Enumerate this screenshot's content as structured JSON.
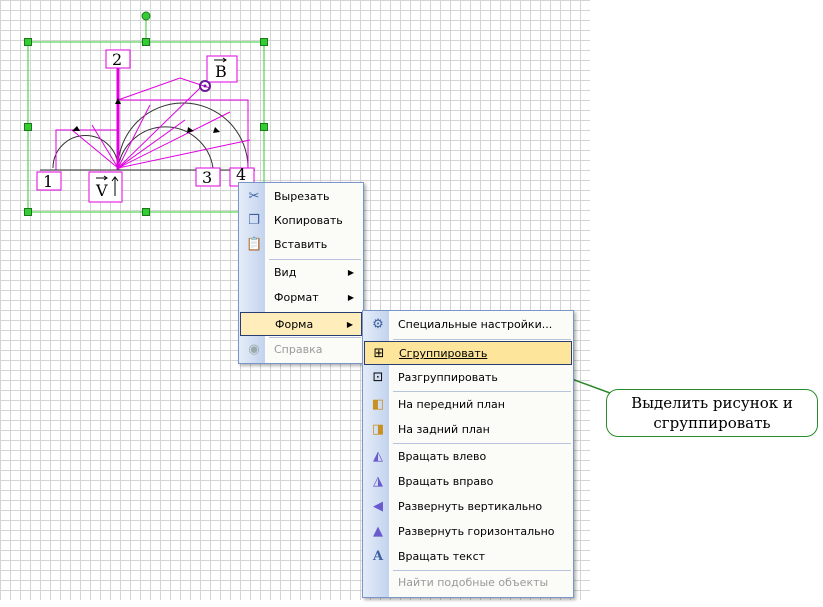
{
  "drawing": {
    "labels": {
      "l1": "1",
      "l2": "2",
      "l3": "3",
      "l4": "4",
      "vec_b": "B",
      "vec_v": "V"
    }
  },
  "context_menu": {
    "items": [
      {
        "label": "Вырезать",
        "icon": "scissors-icon"
      },
      {
        "label": "Копировать",
        "icon": "copy-icon"
      },
      {
        "label": "Вставить",
        "icon": "paste-icon"
      },
      {
        "label": "Вид",
        "submenu": true
      },
      {
        "label": "Формат",
        "submenu": true
      },
      {
        "label": "Форма",
        "submenu": true,
        "highlighted": true
      },
      {
        "label": "Справка",
        "icon": "help-icon",
        "disabled": true
      }
    ]
  },
  "shape_submenu": {
    "items": [
      {
        "label": "Специальные настройки...",
        "icon": "settings-icon"
      },
      {
        "label": "Сгруппировать",
        "icon": "group-icon",
        "highlighted": true
      },
      {
        "label": "Разгруппировать",
        "icon": "ungroup-icon"
      },
      {
        "label": "На передний план",
        "icon": "bring-front-icon"
      },
      {
        "label": "На задний план",
        "icon": "send-back-icon"
      },
      {
        "label": "Вращать влево",
        "icon": "rotate-left-icon"
      },
      {
        "label": "Вращать вправо",
        "icon": "rotate-right-icon"
      },
      {
        "label": "Развернуть вертикально",
        "icon": "flip-vertical-icon"
      },
      {
        "label": "Развернуть горизонтально",
        "icon": "flip-horizontal-icon"
      },
      {
        "label": "Вращать текст",
        "icon": "rotate-text-icon"
      },
      {
        "label": "Найти подобные объекты",
        "disabled": true
      }
    ]
  },
  "callout": {
    "line1": "Выделить рисунок и",
    "line2": "сгруппировать"
  },
  "colors": {
    "selection": "#33cc33",
    "magenta": "#e000e0",
    "menu_highlight": "#ffeebb",
    "callout_border": "#2b8a2b"
  }
}
